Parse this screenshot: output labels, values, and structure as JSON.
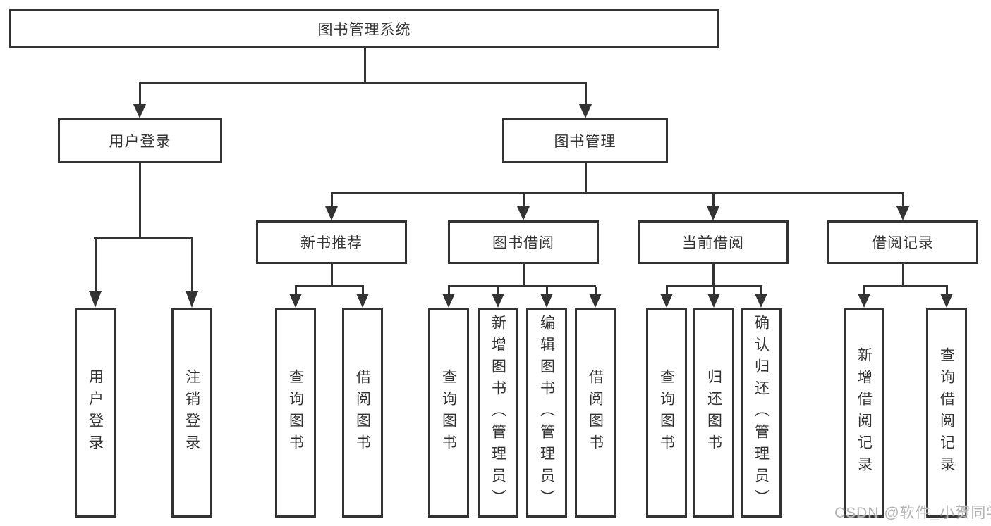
{
  "tree": {
    "root": {
      "label": "图书管理系统"
    },
    "branches": [
      {
        "label": "用户登录",
        "children": [
          {
            "label": "用户登录"
          },
          {
            "label": "注销登录"
          }
        ]
      },
      {
        "label": "图书管理",
        "children": [
          {
            "label": "新书推荐",
            "children": [
              {
                "label": "查询图书"
              },
              {
                "label": "借阅图书"
              }
            ]
          },
          {
            "label": "图书借阅",
            "children": [
              {
                "label": "查询图书"
              },
              {
                "label": "新增图书（管理员）"
              },
              {
                "label": "编辑图书（管理员）"
              },
              {
                "label": "借阅图书"
              }
            ]
          },
          {
            "label": "当前借阅",
            "children": [
              {
                "label": "查询图书"
              },
              {
                "label": "归还图书"
              },
              {
                "label": "确认归还（管理员）"
              }
            ]
          },
          {
            "label": "借阅记录",
            "children": [
              {
                "label": "新增借阅记录"
              },
              {
                "label": "查询借阅记录"
              }
            ]
          }
        ]
      }
    ]
  },
  "watermark": {
    "text": "CSDN @软件_小贺同学"
  },
  "colors": {
    "line": "#333333",
    "text": "#333333",
    "watermark": "#b3b3b3",
    "background": "#ffffff"
  }
}
